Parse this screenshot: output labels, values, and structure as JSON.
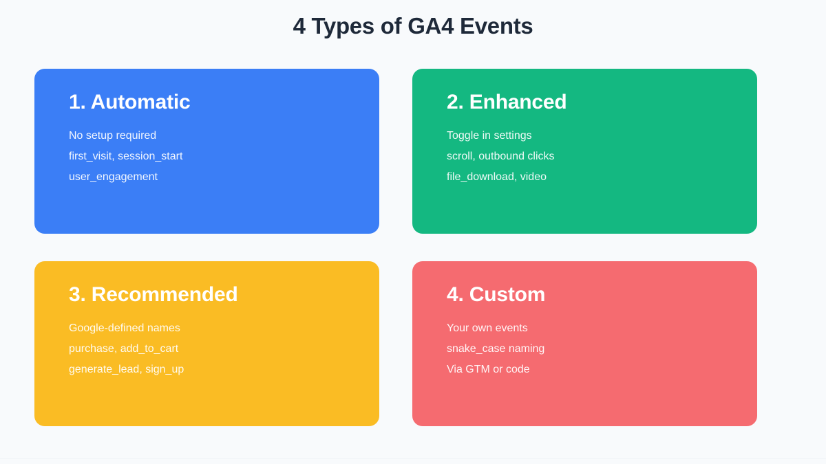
{
  "page": {
    "title": "4 Types of GA4 Events",
    "background_color": "#f8fafc",
    "title_color": "#1e2939"
  },
  "cards": [
    {
      "title": "1. Automatic",
      "color": "#3b7ef6",
      "lines": [
        "No setup required",
        "first_visit, session_start",
        "user_engagement"
      ]
    },
    {
      "title": "2. Enhanced",
      "color": "#14b881",
      "lines": [
        "Toggle in settings",
        "scroll, outbound clicks",
        "file_download, video"
      ]
    },
    {
      "title": "3. Recommended",
      "color": "#fabc24",
      "lines": [
        "Google-defined names",
        "purchase, add_to_cart",
        "generate_lead, sign_up"
      ]
    },
    {
      "title": "4. Custom",
      "color": "#f56b70",
      "lines": [
        "Your own events",
        "snake_case naming",
        "Via GTM or code"
      ]
    }
  ]
}
